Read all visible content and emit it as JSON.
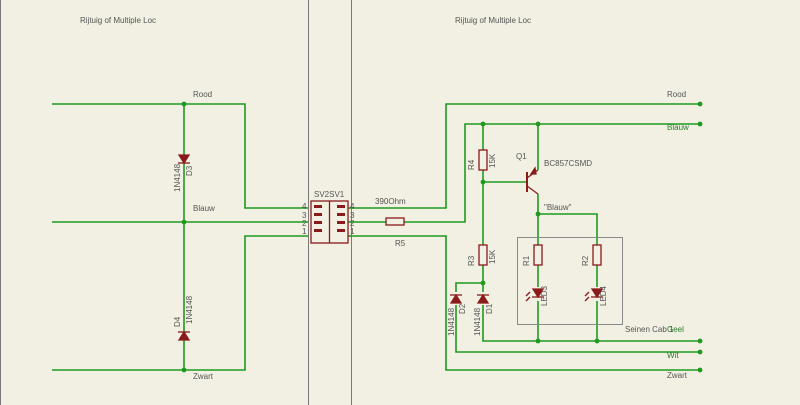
{
  "panels": {
    "left_title": "Rijtuig of Multiple Loc",
    "right_title": "Rijtuig of Multiple Loc"
  },
  "nets": {
    "rood": "Rood",
    "blauw_left": "Blauw",
    "zwart_left": "Zwart",
    "rood_right": "Rood",
    "blauw_right": "Blauw",
    "geel": "Geel",
    "wit": "Wit",
    "zwart_right": "Zwart",
    "blauw_quoted": "\"Blauw\""
  },
  "parts": {
    "connector": "SV2SV1",
    "pins_left": [
      "4",
      "3",
      "2",
      "1"
    ],
    "pins_right": [
      "4",
      "3",
      "2",
      "1"
    ],
    "d3_name": "D3",
    "d3_value": "1N4148",
    "d4_name": "D4",
    "d4_value": "1N4148",
    "resistor_value": "390Ohm",
    "r5_name": "R5",
    "r4_name": "R4",
    "r4_value": "15K",
    "r3_name": "R3",
    "r3_value": "15K",
    "q1_name": "Q1",
    "q1_value": "BC857CSMD",
    "d2_name": "D2",
    "d2_value": "1N4148",
    "d1_name": "D1",
    "d1_value": "1N4148",
    "r1_name": "R1",
    "r2_name": "R2",
    "led3_name": "LED3",
    "led4_name": "LED4",
    "box_label": "Seinen Cab 1"
  },
  "colors": {
    "wire": "#1f9a1f",
    "component": "#8b1a1a",
    "panel_line": "#7a7a7a",
    "background": "#f1f0e2"
  }
}
